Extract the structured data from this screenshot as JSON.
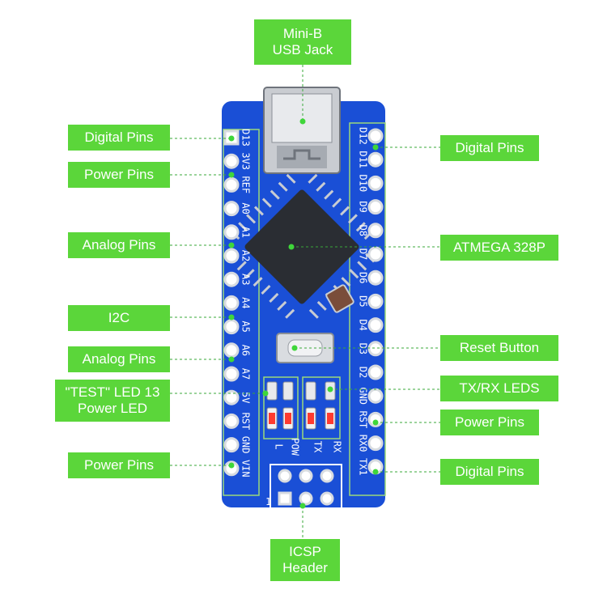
{
  "labels": {
    "usb": "Mini-B\nUSB Jack",
    "digital_pins_left_top": "Digital Pins",
    "power_pins_left_top": "Power Pins",
    "analog_pins_left_top": "Analog Pins",
    "i2c": "I2C",
    "analog_pins_left_bottom": "Analog Pins",
    "test_led": "\"TEST\" LED 13\nPower LED",
    "power_pins_left_bottom": "Power Pins",
    "digital_pins_right_top": "Digital Pins",
    "atmega": "ATMEGA 328P",
    "reset": "Reset Button",
    "txrx_leds": "TX/RX LEDS",
    "power_pins_right": "Power Pins",
    "digital_pins_right_bottom": "Digital Pins",
    "icsp": "ICSP\nHeader"
  },
  "board": {
    "left_pins": [
      "D13",
      "3V3",
      "REF",
      "A0",
      "A1",
      "A2",
      "A3",
      "A4",
      "A5",
      "A6",
      "A7",
      "5V",
      "RST",
      "GND",
      "VIN"
    ],
    "right_pins": [
      "D12",
      "D11",
      "D10",
      "D9",
      "D8",
      "D7",
      "D6",
      "D5",
      "D4",
      "D3",
      "D2",
      "GND",
      "RST",
      "RX0",
      "TX1"
    ],
    "led_labels": [
      "L",
      "POW",
      "TX",
      "RX"
    ],
    "icsp_pin1": "1"
  },
  "colors": {
    "board": "#1a4fd6",
    "label_bg": "#5bd63a",
    "silkscreen": "#ffffff"
  }
}
